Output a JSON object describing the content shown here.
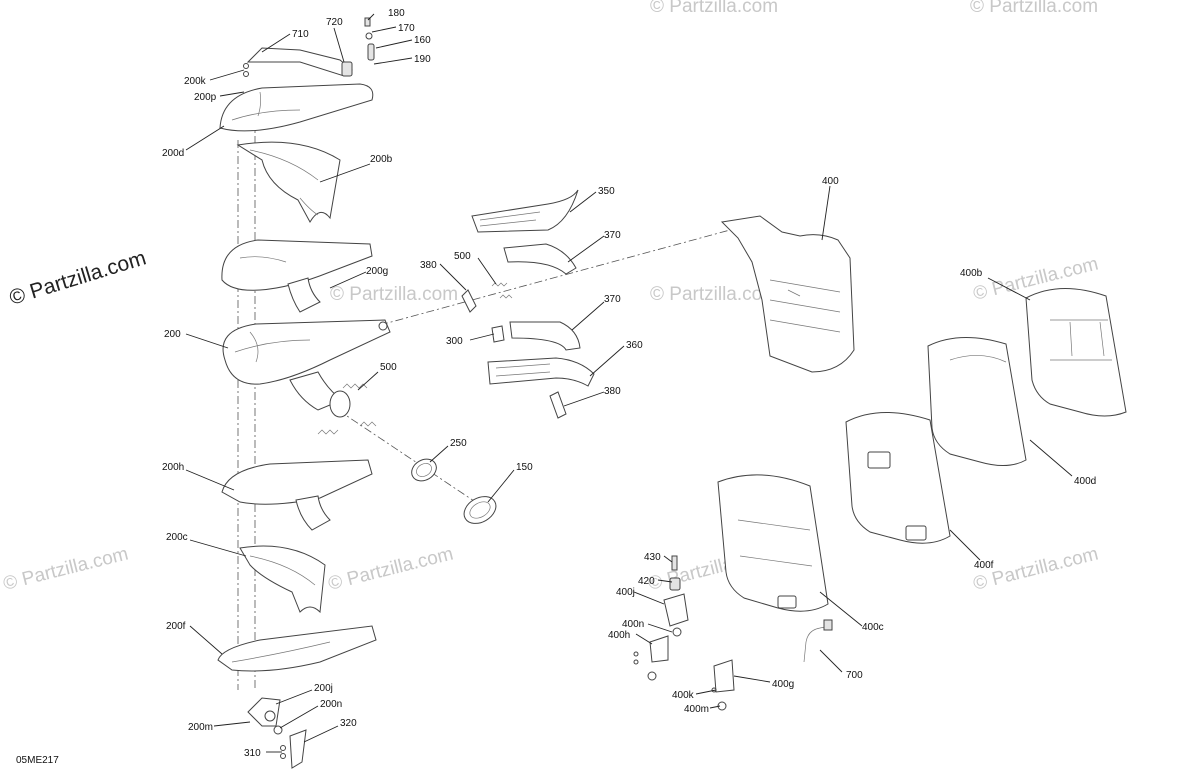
{
  "diagram_code": "05ME217",
  "watermarks": {
    "main": "© Partzilla.com",
    "faint": "© Partzilla.com"
  },
  "callouts": {
    "c180": "180",
    "c720": "720",
    "c170": "170",
    "c710": "710",
    "c160": "160",
    "c190": "190",
    "c200k": "200k",
    "c200p": "200p",
    "c200d": "200d",
    "c200b": "200b",
    "c200g": "200g",
    "c200": "200",
    "c200h": "200h",
    "c200c": "200c",
    "c200f": "200f",
    "c200j": "200j",
    "c200n": "200n",
    "c200m": "200m",
    "c320": "320",
    "c310": "310",
    "c350": "350",
    "c370a": "370",
    "c380a": "380",
    "c500a": "500",
    "c300": "300",
    "c370b": "370",
    "c360": "360",
    "c380b": "380",
    "c500b": "500",
    "c250": "250",
    "c150": "150",
    "c400": "400",
    "c400b": "400b",
    "c400d": "400d",
    "c400f": "400f",
    "c400c": "400c",
    "c430": "430",
    "c420": "420",
    "c400j": "400j",
    "c400n": "400n",
    "c400h": "400h",
    "c400g": "400g",
    "c400k": "400k",
    "c400m": "400m",
    "c700": "700"
  }
}
